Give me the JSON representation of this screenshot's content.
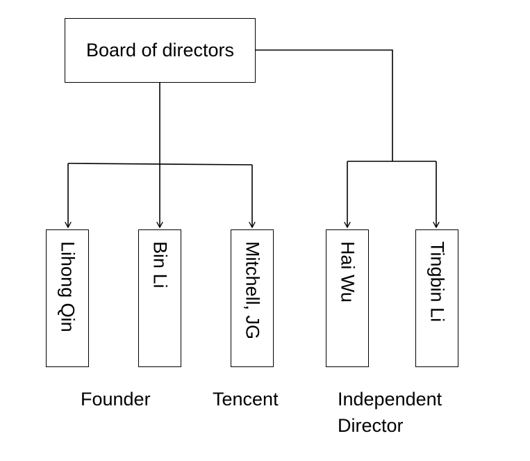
{
  "root": {
    "label": "Board of directors"
  },
  "members": [
    {
      "name": "Lihong Qin"
    },
    {
      "name": "Bin Li"
    },
    {
      "name": "Mitchell, JG"
    },
    {
      "name": "Hai Wu"
    },
    {
      "name": "Tingbin Li"
    }
  ],
  "groups": [
    {
      "label": "Founder"
    },
    {
      "label": "Tencent"
    },
    {
      "label_line1": "Independent",
      "label_line2": "Director"
    }
  ],
  "colors": {
    "line": "#000000",
    "box_fill": "#ffffff",
    "text": "#000000"
  }
}
